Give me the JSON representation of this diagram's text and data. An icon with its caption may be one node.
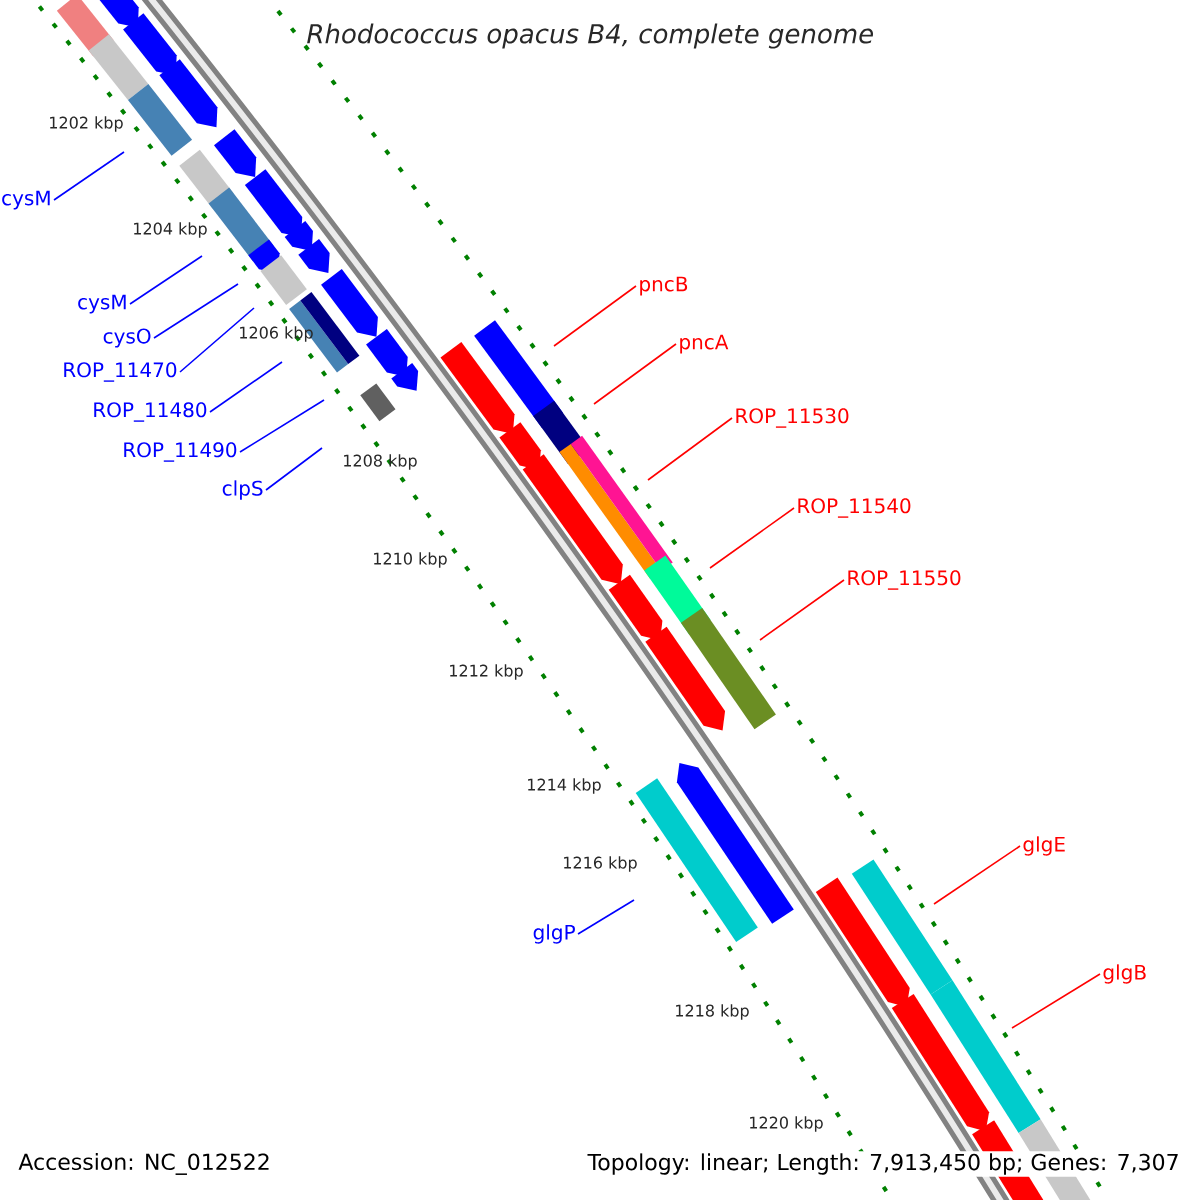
{
  "diagram": {
    "title": "Rhodococcus opacus B4, complete genome",
    "nodes": [
      {
        "text": [
          "cysM"
        ]
      },
      {
        "text": [
          "cysM"
        ]
      },
      {
        "text": [
          "cysO"
        ]
      },
      {
        "text": [
          "ROP_11470"
        ]
      },
      {
        "text": [
          "ROP_11480"
        ]
      },
      {
        "text": [
          "ROP_11490"
        ]
      },
      {
        "text": [
          "clpS"
        ]
      },
      {
        "text": [
          "pncB"
        ]
      },
      {
        "text": [
          "pncA"
        ]
      },
      {
        "text": [
          "ROP_11530"
        ]
      },
      {
        "text": [
          "ROP_11540"
        ]
      },
      {
        "text": [
          "ROP_11550"
        ]
      },
      {
        "text": [
          "glgP"
        ]
      },
      {
        "text": [
          "glgE"
        ]
      },
      {
        "text": [
          "glgB"
        ]
      }
    ],
    "edges": [
      {
        "from": 0,
        "to": null,
        "arrow": "none"
      },
      {
        "from": 1,
        "to": null,
        "arrow": "none"
      },
      {
        "from": 2,
        "to": null,
        "arrow": "none"
      },
      {
        "from": 3,
        "to": null,
        "arrow": "none"
      },
      {
        "from": 4,
        "to": null,
        "arrow": "none"
      },
      {
        "from": 5,
        "to": null,
        "arrow": "none"
      },
      {
        "from": 6,
        "to": null,
        "arrow": "none"
      },
      {
        "from": 7,
        "to": null,
        "arrow": "none",
        "color": "#ff0000"
      },
      {
        "from": 8,
        "to": null,
        "arrow": "none",
        "color": "#ff0000"
      },
      {
        "from": 9,
        "to": null,
        "arrow": "none",
        "color": "#ff0000"
      },
      {
        "from": 10,
        "to": null,
        "arrow": "none",
        "color": "#ff0000"
      },
      {
        "from": 11,
        "to": null,
        "arrow": "none",
        "color": "#ff0000"
      },
      {
        "from": 12,
        "to": null,
        "arrow": "none"
      },
      {
        "from": 13,
        "to": null,
        "arrow": "none",
        "color": "#ff0000"
      },
      {
        "from": 14,
        "to": null,
        "arrow": "none",
        "color": "#ff0000"
      }
    ],
    "labels": [
      "1202 kbp",
      "1204 kbp",
      "1206 kbp",
      "1208 kbp",
      "1210 kbp",
      "1212 kbp",
      "1214 kbp",
      "1216 kbp",
      "1218 kbp",
      "1220 kbp",
      "Accession: NC_012522",
      "Topology: linear; Length: 7,913,450 bp; Genes: 7,307"
    ]
  }
}
